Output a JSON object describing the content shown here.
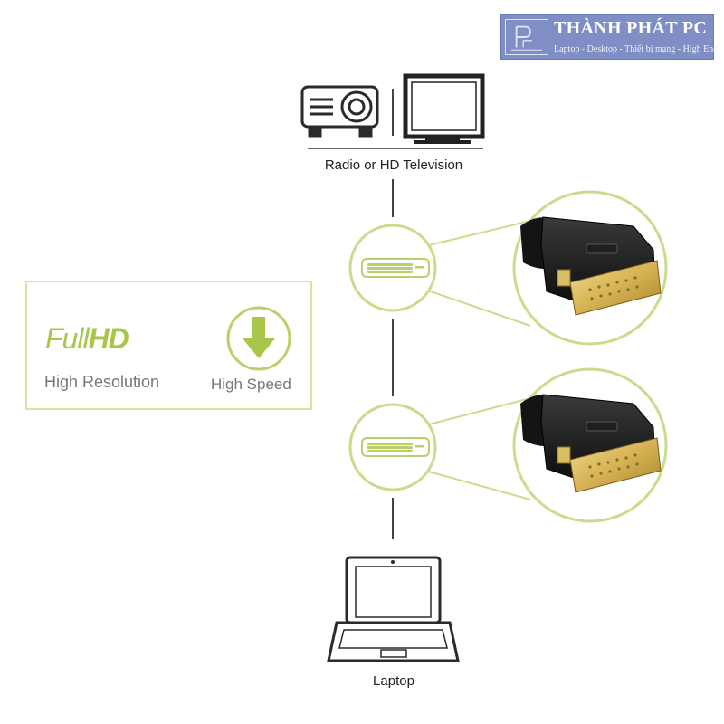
{
  "brand": {
    "name": "THÀNH PHÁT PC",
    "tagline": "Laptop - Desktop - Thiết bị mạng - High End"
  },
  "devices": {
    "top_label": "Radio or HD Television",
    "bottom_label": "Laptop"
  },
  "features": {
    "full_text": "Full",
    "hd_text": "HD",
    "resolution_label": "High Resolution",
    "speed_label": "High Speed"
  },
  "colors": {
    "accent_green": "#a7c64a",
    "brand_blue": "#7f8fc6",
    "connector_gold": "#d6b354"
  },
  "icons": [
    "projector-icon",
    "tv-icon",
    "dvi-port-icon",
    "dvi-connector-icon",
    "download-arrow-icon",
    "laptop-icon"
  ]
}
